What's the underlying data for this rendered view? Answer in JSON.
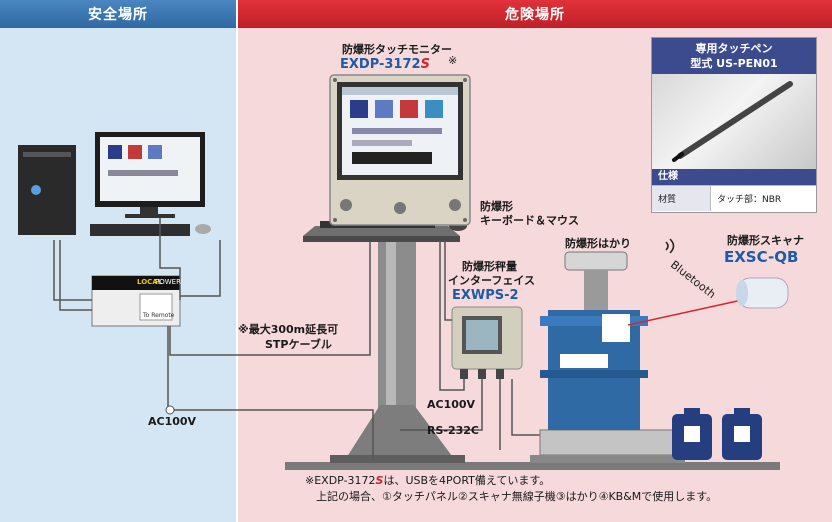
{
  "zones": {
    "safe_label": "安全場所",
    "danger_label": "危険場所",
    "safe_color": "#2f6aa5",
    "danger_color": "#c01f27"
  },
  "monitor": {
    "label": "防爆形タッチモニター",
    "model_prefix": "EXDP-3172",
    "model_suffix": "S",
    "mark": "※"
  },
  "keyboard": {
    "label_line1": "防爆形",
    "label_line2": "キーボード＆マウス"
  },
  "scale": {
    "label": "防爆形はかり"
  },
  "interface": {
    "label_line1": "防爆形秤量",
    "label_line2": "インターフェイス",
    "model": "EXWPS-2"
  },
  "scanner": {
    "label": "防爆形スキャナ",
    "model": "EXSC-QB",
    "wireless": "Bluetooth"
  },
  "pen_card": {
    "title_line1": "専用タッチペン",
    "title_line2": "型式  US-PEN01",
    "spec_title": "仕様",
    "spec_key": "材質",
    "spec_value": "タッチ部：NBR"
  },
  "cables": {
    "stp_line1": "※最大300m延長可",
    "stp_line2": "STPケーブル",
    "ac_safe": "AC100V",
    "ac_danger": "AC100V",
    "rs232c": "RS-232C"
  },
  "footnote": {
    "line1_prefix": "※EXDP-3172",
    "line1_suffix_mark": "S",
    "line1_rest": "は、USBを4PORT備えています。",
    "line2": "上記の場合、①タッチパネル②スキャナ無線子機③はかり④KB&Mで使用します。"
  },
  "converter": {
    "text_local": "LOCAL",
    "text_power": "POWER",
    "text_to_remote": "To Remote"
  }
}
